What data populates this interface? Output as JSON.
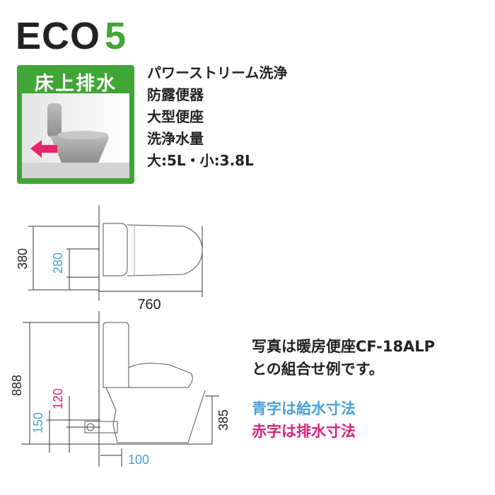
{
  "title": {
    "prefix": "ECO",
    "number": "5"
  },
  "badge": {
    "label": "床上排水"
  },
  "specs": [
    "パワーストリーム洗浄",
    "防露便器",
    "大型便座",
    "洗浄水量",
    "大:5L・小:3.8L"
  ],
  "plan_dims": {
    "depth_total": "380",
    "supply_depth": "280",
    "length": "760"
  },
  "elevation_dims": {
    "height_total": "888",
    "drain_height": "120",
    "supply_height": "150",
    "tank_side_height": "385",
    "drain_offset": "100"
  },
  "photo_note": [
    "写真は暖房便座CF-18ALP",
    "との組合せ例です。"
  ],
  "legend": {
    "blue_label": "青字は給水寸法",
    "red_label": "赤字は排水寸法"
  },
  "colors": {
    "eco_green": "#3fa535",
    "supply_blue": "#4a9fd5",
    "drain_magenta": "#d6237e",
    "arrow_pink": "#e8236d"
  }
}
